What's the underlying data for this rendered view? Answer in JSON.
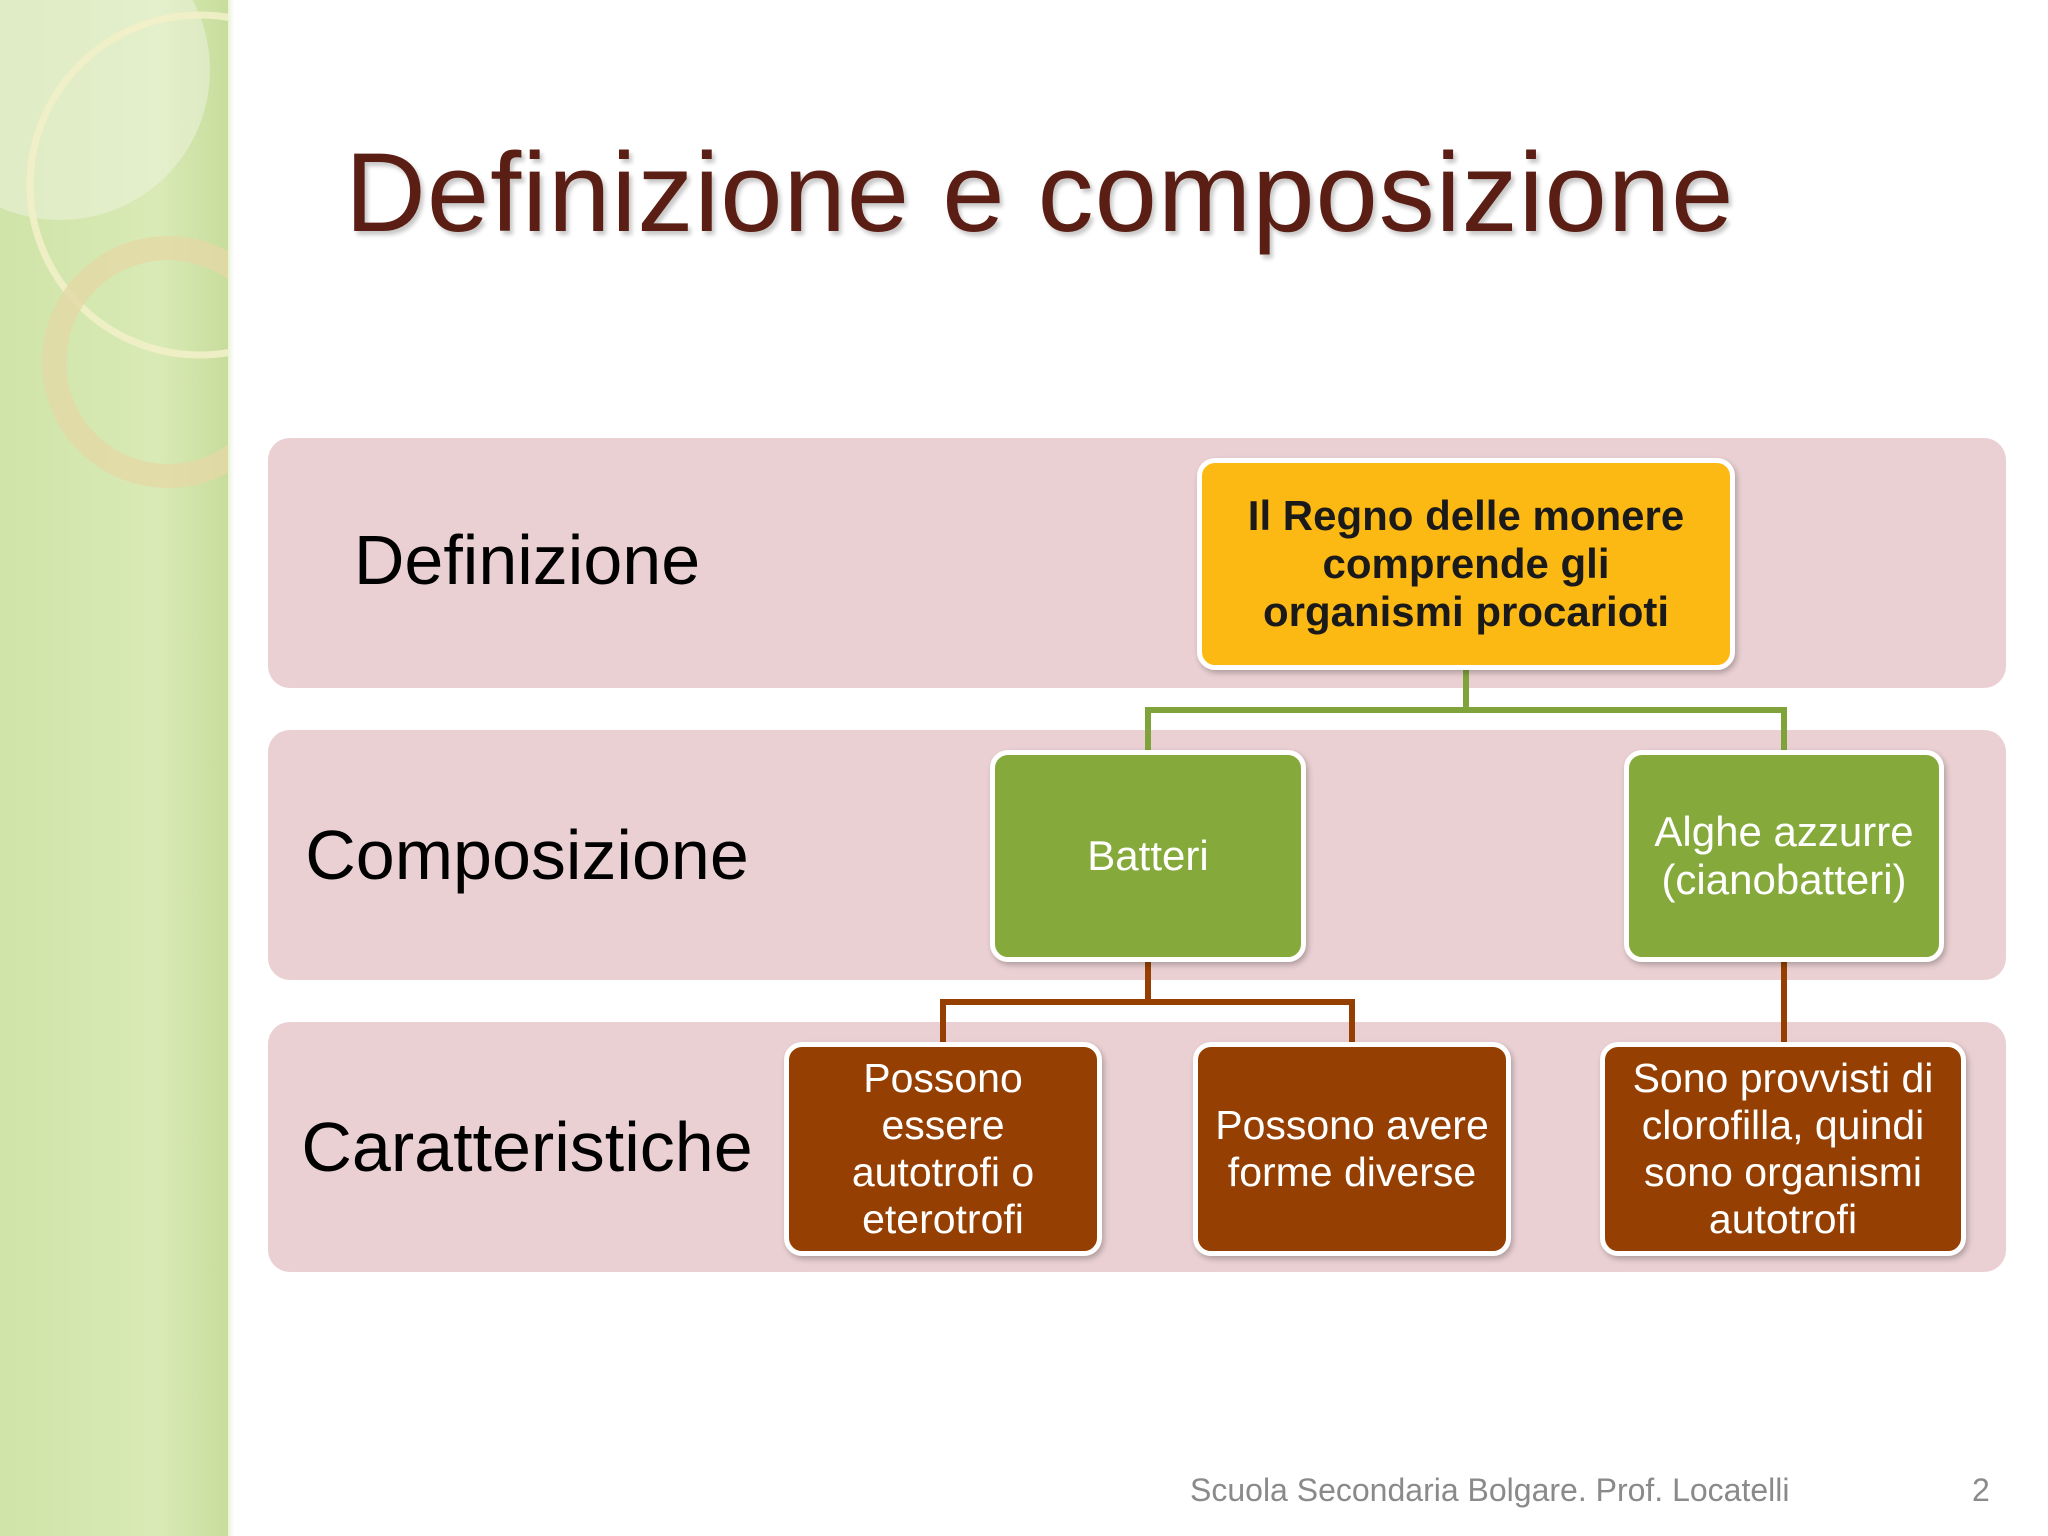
{
  "slide": {
    "title": "Definizione e composizione",
    "footer": "Scuola Secondaria Bolgare. Prof. Locatelli",
    "page_number": "2"
  },
  "rows": [
    {
      "label": "Definizione"
    },
    {
      "label": "Composizione"
    },
    {
      "label": "Caratteristiche"
    }
  ],
  "nodes": {
    "root": "Il Regno delle monere\ncomprende gli\norganismi procarioti",
    "batteri": "Batteri",
    "alghe": "Alghe azzurre\n(cianobatteri)",
    "char1": "Possono\nessere\nautotrofi o\neterotrofi",
    "char2": "Possono avere\nforme diverse",
    "char3": "Sono provvisti di\nclorofilla, quindi\nsono organismi\nautotrofi"
  },
  "colors": {
    "title": "#5a1e14",
    "band": "#ead0d3",
    "root_fill": "#fdb913",
    "green_fill": "#85a93a",
    "brown_fill": "#953f02",
    "green_line": "#7fa33a",
    "brown_line": "#953f02"
  }
}
